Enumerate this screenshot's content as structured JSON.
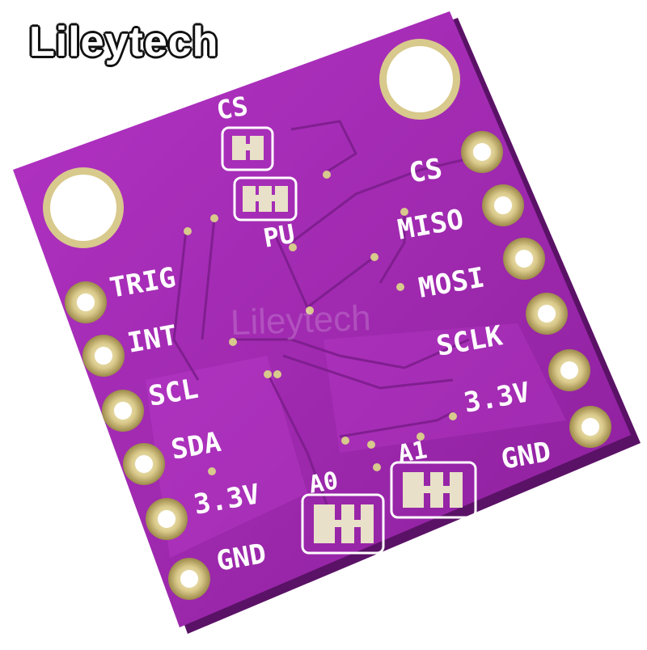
{
  "brand": {
    "logo_text": "Lileytech",
    "watermark_text": "Lileytech"
  },
  "colors": {
    "pcb": "#a02ab0",
    "pcb_dark": "#7a1a8a",
    "silkscreen": "#ffffff",
    "pad_gold": "#cfbf7a"
  },
  "board": {
    "left_pins": [
      "TRIG",
      "INT",
      "SCL",
      "SDA",
      "3.3V",
      "GND"
    ],
    "right_pins": [
      "CS",
      "MISO",
      "MOSI",
      "SCLK",
      "3.3V",
      "GND"
    ],
    "jumpers": {
      "cs": "CS",
      "pu": "PU",
      "a0": "A0",
      "a1": "A1"
    }
  }
}
